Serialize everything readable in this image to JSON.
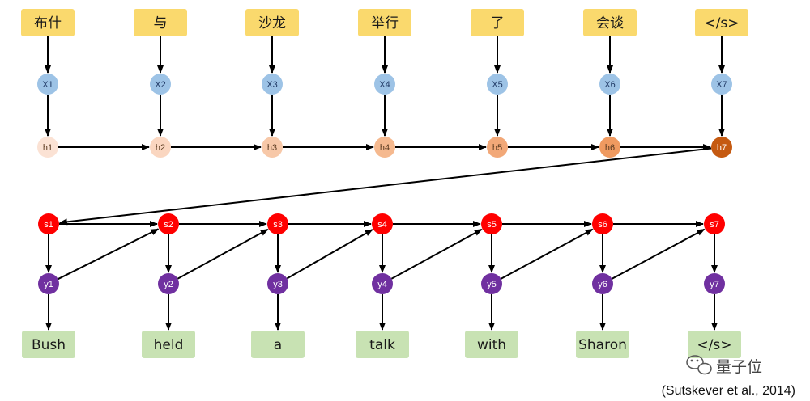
{
  "colors": {
    "input_box": "#fad96d",
    "output_box": "#c8e2b3",
    "x_node": "#9dc3e6",
    "h_nodes": [
      "#fbe2d4",
      "#fad6c0",
      "#f7c8a8",
      "#f5b98f",
      "#f2a878",
      "#ef9a60",
      "#c55a11"
    ],
    "s_node": "#ff0000",
    "y_node": "#7030a0",
    "arrow": "#000000"
  },
  "source_tokens": [
    "布什",
    "与",
    "沙龙",
    "举行",
    "了",
    "会谈",
    "</s>"
  ],
  "x_nodes": [
    "X1",
    "X2",
    "X3",
    "X4",
    "X5",
    "X6",
    "X7"
  ],
  "h_nodes": [
    "h1",
    "h2",
    "h3",
    "h4",
    "h5",
    "h6",
    "h7"
  ],
  "s_nodes": [
    "s1",
    "s2",
    "s3",
    "s4",
    "s5",
    "s6",
    "s7"
  ],
  "y_nodes": [
    "y1",
    "y2",
    "y3",
    "y4",
    "y5",
    "y6",
    "y7"
  ],
  "target_tokens": [
    "Bush",
    "held",
    "a",
    "talk",
    "with",
    "Sharon",
    "</s>"
  ],
  "citation": "(Sutskever et al., 2014)",
  "watermark": "量子位"
}
